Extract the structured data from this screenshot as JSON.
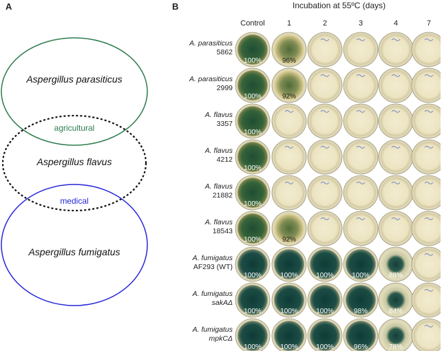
{
  "panelA": {
    "letter": "A",
    "species": {
      "parasiticus": "Aspergillus parasiticus",
      "flavus": "Aspergillus flavus",
      "fumigatus": "Aspergillus fumigatus"
    },
    "overlap_top": "agricultural",
    "overlap_bottom": "medical",
    "colors": {
      "parasiticus": "#2e7d4f",
      "flavus": "#111111",
      "fumigatus": "#2626d9",
      "agricultural_text": "#2e7d4f",
      "medical_text": "#2626d9"
    }
  },
  "panelB": {
    "letter": "B",
    "header": "Incubation at 55ºC (days)",
    "columns": [
      "Control",
      "1",
      "2",
      "3",
      "4",
      "7"
    ],
    "rows": [
      {
        "species": "A. parasiticus",
        "id": "5862",
        "plates": [
          {
            "level": "green",
            "label": "100%"
          },
          {
            "level": "partial",
            "label": "96%"
          },
          {
            "level": "dead",
            "label": ""
          },
          {
            "level": "dead",
            "label": ""
          },
          {
            "level": "dead",
            "label": ""
          },
          {
            "level": "dead",
            "label": ""
          }
        ]
      },
      {
        "species": "A. parasiticus",
        "id": "2999",
        "plates": [
          {
            "level": "green",
            "label": "100%"
          },
          {
            "level": "partial",
            "label": "92%"
          },
          {
            "level": "dead",
            "label": ""
          },
          {
            "level": "dead",
            "label": ""
          },
          {
            "level": "dead",
            "label": ""
          },
          {
            "level": "dead",
            "label": ""
          }
        ]
      },
      {
        "species": "A. flavus",
        "id": "3357",
        "plates": [
          {
            "level": "green",
            "label": "100%"
          },
          {
            "level": "dead",
            "label": ""
          },
          {
            "level": "dead",
            "label": ""
          },
          {
            "level": "dead",
            "label": ""
          },
          {
            "level": "dead",
            "label": ""
          },
          {
            "level": "dead",
            "label": ""
          }
        ]
      },
      {
        "species": "A. flavus",
        "id": "4212",
        "plates": [
          {
            "level": "green",
            "label": "100%"
          },
          {
            "level": "dead",
            "label": ""
          },
          {
            "level": "dead",
            "label": ""
          },
          {
            "level": "dead",
            "label": ""
          },
          {
            "level": "dead",
            "label": ""
          },
          {
            "level": "dead",
            "label": ""
          }
        ]
      },
      {
        "species": "A. flavus",
        "id": "21882",
        "plates": [
          {
            "level": "green",
            "label": "100%"
          },
          {
            "level": "dead",
            "label": ""
          },
          {
            "level": "dead",
            "label": ""
          },
          {
            "level": "dead",
            "label": ""
          },
          {
            "level": "dead",
            "label": ""
          },
          {
            "level": "dead",
            "label": ""
          }
        ]
      },
      {
        "species": "A. flavus",
        "id": "18543",
        "plates": [
          {
            "level": "green",
            "label": "100%"
          },
          {
            "level": "partial",
            "label": "92%"
          },
          {
            "level": "dead",
            "label": ""
          },
          {
            "level": "dead",
            "label": ""
          },
          {
            "level": "dead",
            "label": ""
          },
          {
            "level": "dead",
            "label": ""
          }
        ]
      },
      {
        "species": "A. fumigatus",
        "id": "AF293 (WT)",
        "plates": [
          {
            "level": "dark",
            "label": "100%"
          },
          {
            "level": "dark",
            "label": "100%"
          },
          {
            "level": "dark",
            "label": "100%"
          },
          {
            "level": "dark",
            "label": "100%"
          },
          {
            "level": "spot",
            "label": "88%"
          },
          {
            "level": "dead",
            "label": ""
          }
        ]
      },
      {
        "species": "A. fumigatus",
        "id": "sakAΔ",
        "plates": [
          {
            "level": "dark",
            "label": "100%"
          },
          {
            "level": "dark",
            "label": "100%"
          },
          {
            "level": "dark",
            "label": "100%"
          },
          {
            "level": "dark",
            "label": "98%"
          },
          {
            "level": "spot",
            "label": "84%"
          },
          {
            "level": "dead",
            "label": ""
          }
        ]
      },
      {
        "species": "A. fumigatus",
        "id": "mpkCΔ",
        "plates": [
          {
            "level": "dark",
            "label": "100%"
          },
          {
            "level": "dark",
            "label": "100%"
          },
          {
            "level": "dark",
            "label": "100%"
          },
          {
            "level": "dark",
            "label": "96%"
          },
          {
            "level": "spot",
            "label": "78%"
          },
          {
            "level": "dead",
            "label": ""
          }
        ]
      }
    ]
  }
}
